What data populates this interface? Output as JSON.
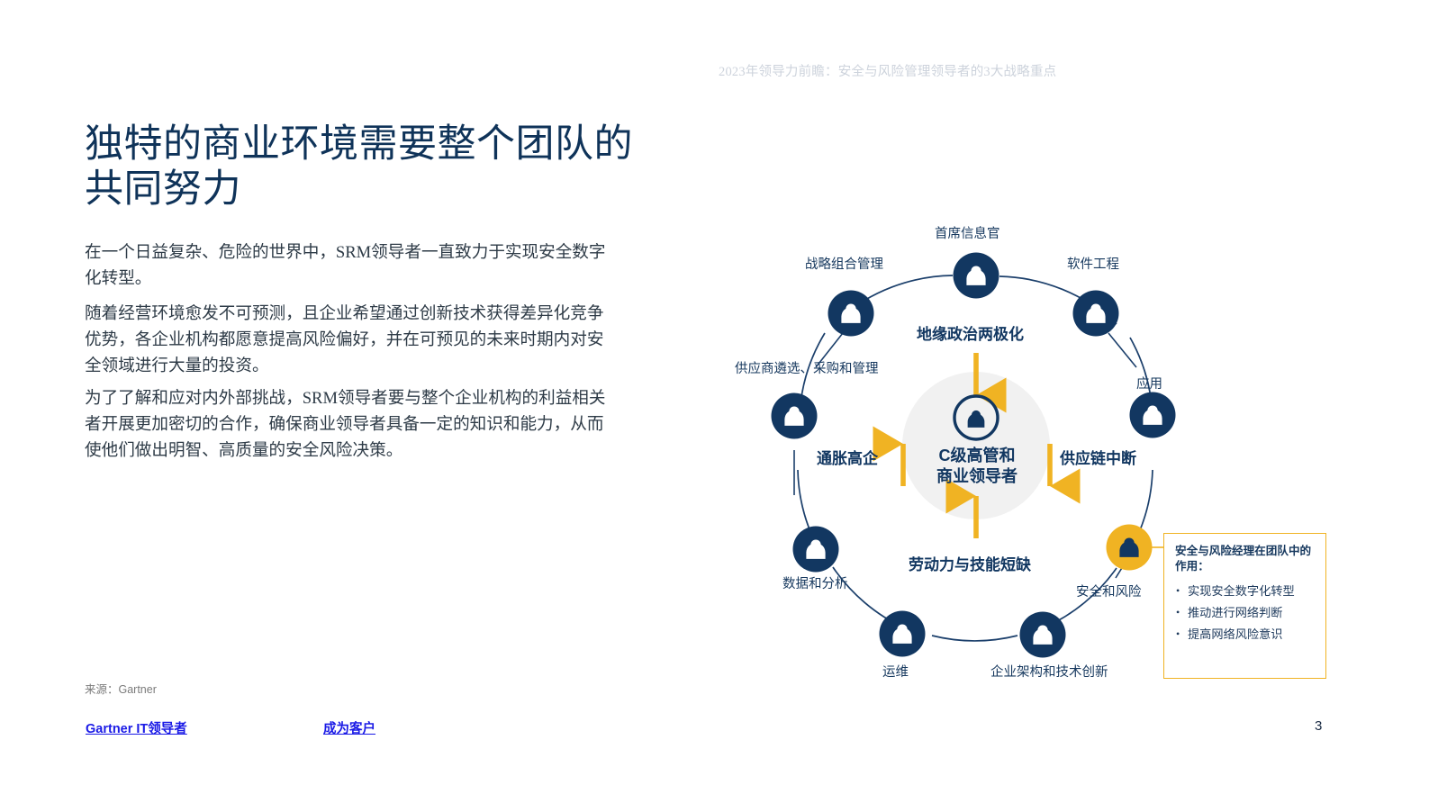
{
  "header": {
    "running_title": "2023年领导力前瞻：安全与风险管理领导者的3大战略重点"
  },
  "page": {
    "title": "独特的商业环境需要整个团队的共同努力",
    "paragraphs": [
      "在一个日益复杂、危险的世界中，SRM领导者一直致力于实现安全数字化转型。",
      "随着经营环境愈发不可预测，且企业希望通过创新技术获得差异化竞争优势，各企业机构都愿意提高风险偏好，并在可预见的未来时期内对安全领域进行大量的投资。",
      "为了了解和应对内外部挑战，SRM领导者要与整个企业机构的利益相关者开展更加密切的合作，确保商业领导者具备一定的知识和能力，从而使他们做出明智、高质量的安全风险决策。"
    ],
    "source_note": "来源：Gartner",
    "page_number": "3"
  },
  "footer": {
    "link_1": "Gartner IT领导者",
    "link_2": "成为客户"
  },
  "diagram": {
    "center": {
      "line_1": "C级高管和",
      "line_2": "商业领导者",
      "icon": "person-in-circle-icon"
    },
    "nodes": [
      {
        "id": "cio",
        "label": "首席信息官",
        "icon": "person-icon",
        "color": "#123761"
      },
      {
        "id": "software",
        "label": "软件工程",
        "icon": "person-icon",
        "color": "#123761"
      },
      {
        "id": "application",
        "label": "应用",
        "icon": "person-icon",
        "color": "#123761"
      },
      {
        "id": "security-risk",
        "label": "安全和风险",
        "icon": "person-icon",
        "color": "#f0b323"
      },
      {
        "id": "ea-tech",
        "label": "企业架构和技术创新",
        "icon": "person-icon",
        "color": "#123761"
      },
      {
        "id": "itops",
        "label": "运维",
        "icon": "person-icon",
        "color": "#123761"
      },
      {
        "id": "data-analytics",
        "label": "数据和分析",
        "icon": "person-icon",
        "color": "#123761"
      },
      {
        "id": "sourcing",
        "label": "供应商遴选、采购和管理",
        "icon": "person-icon",
        "color": "#123761"
      },
      {
        "id": "portfolio",
        "label": "战略组合管理",
        "icon": "person-icon",
        "color": "#123761"
      }
    ],
    "factors": [
      {
        "id": "geopolitical",
        "label": "地缘政治两极化",
        "arrow": "down-arrow-icon"
      },
      {
        "id": "supply-chain",
        "label": "供应链中断",
        "arrow": "down-arrow-icon"
      },
      {
        "id": "workforce",
        "label": "劳动力与技能短缺",
        "arrow": "up-arrow-icon"
      },
      {
        "id": "inflation",
        "label": "通胀高企",
        "arrow": "up-arrow-icon"
      }
    ],
    "callout": {
      "title": "安全与风险经理在团队中的作用：",
      "items": [
        "实现安全数字化转型",
        "推动进行网络判断",
        "提高网络风险意识"
      ]
    },
    "colors": {
      "navy": "#123761",
      "yellow": "#f0b323",
      "ring": "#1b3f6b",
      "center_disc": "#f1f1f1"
    }
  }
}
